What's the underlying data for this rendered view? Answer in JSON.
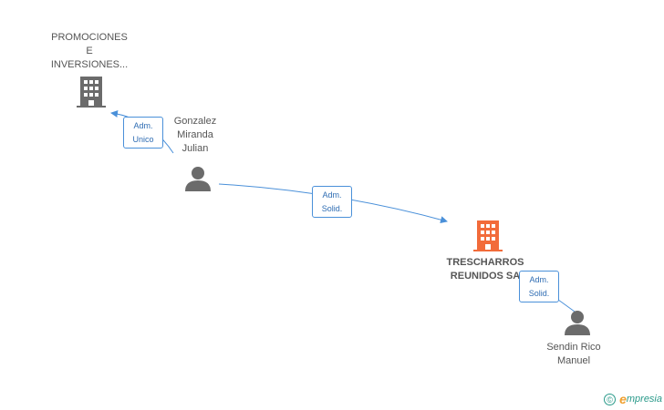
{
  "nodes": {
    "company_top": {
      "label": "PROMOCIONES\nE\nINVERSIONES...",
      "icon": "building-icon",
      "color": "#6b6b6b"
    },
    "person_gonzalez": {
      "label": "Gonzalez\nMiranda\nJulian",
      "icon": "person-icon",
      "color": "#6b6b6b"
    },
    "company_main": {
      "label": "TRESCHARROS\nREUNIDOS SA",
      "icon": "building-icon",
      "color": "#f26b3a"
    },
    "person_sendin": {
      "label": "Sendin Rico\nManuel",
      "icon": "person-icon",
      "color": "#6b6b6b"
    }
  },
  "edges": {
    "gonzalez_to_top": {
      "label": "Adm.\nUnico"
    },
    "gonzalez_to_main": {
      "label": "Adm.\nSolid."
    },
    "sendin_to_main": {
      "label": "Adm.\nSolid."
    }
  },
  "colors": {
    "edge": "#4a90d9",
    "edge_text": "#2f6db3"
  },
  "footer": {
    "copyright_symbol": "©",
    "brand_initial": "e",
    "brand_rest": "mpresia"
  }
}
